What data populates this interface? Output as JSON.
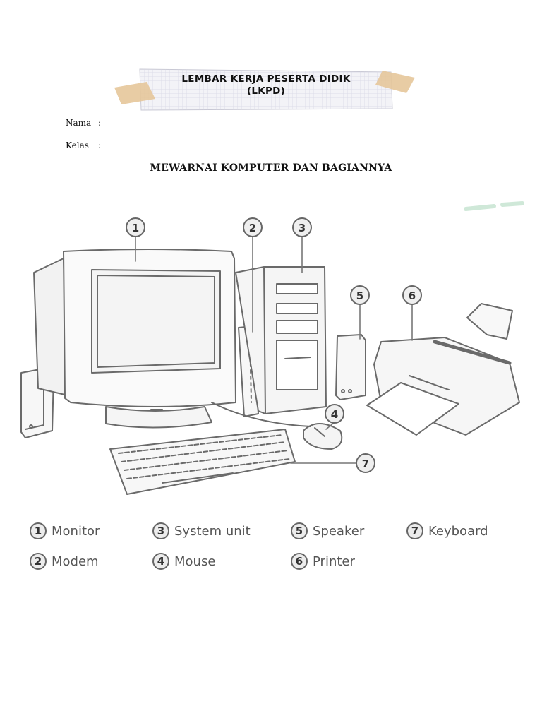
{
  "header": {
    "title_line1": "LEMBAR KERJA PESERTA DIDIK",
    "title_line2": "(LKPD)"
  },
  "fields": {
    "name_label": "Nama",
    "class_label": "Kelas",
    "separator": ":"
  },
  "worksheet_title": "MEWARNAI KOMPUTER DAN BAGIANNYA",
  "callouts": [
    "1",
    "2",
    "3",
    "5",
    "6",
    "4",
    "7"
  ],
  "legend": [
    {
      "number": "1",
      "label": "Monitor"
    },
    {
      "number": "3",
      "label": "System unit"
    },
    {
      "number": "5",
      "label": "Speaker"
    },
    {
      "number": "7",
      "label": "Keyboard"
    },
    {
      "number": "2",
      "label": "Modem"
    },
    {
      "number": "4",
      "label": "Mouse"
    },
    {
      "number": "6",
      "label": "Printer"
    }
  ],
  "colors": {
    "outline": "#666666",
    "banner_paper": "#f2f2f6",
    "tape": "#e6c79a"
  }
}
